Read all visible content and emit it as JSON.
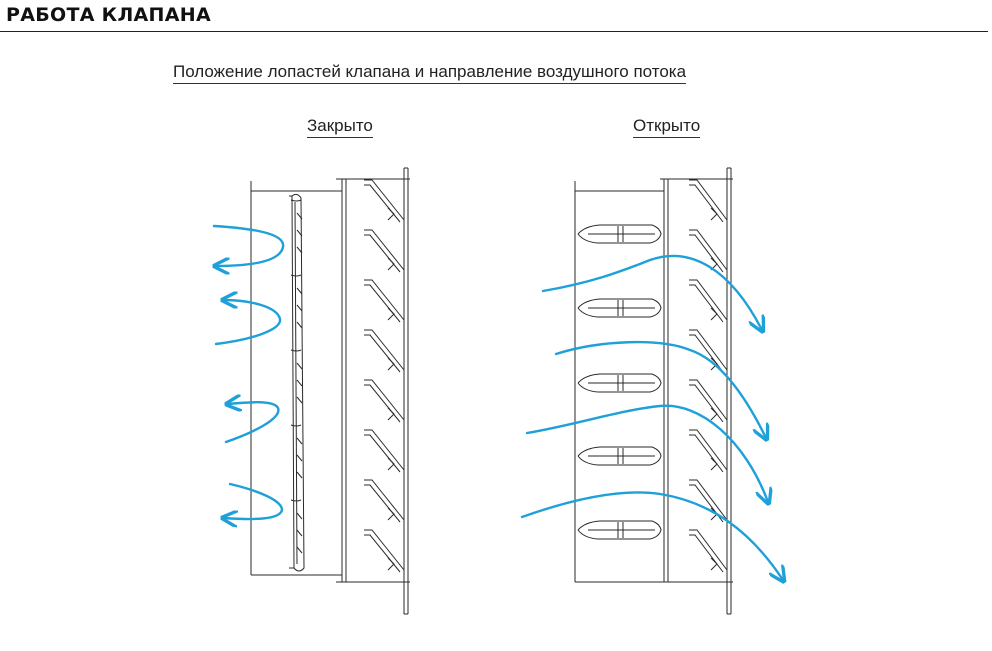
{
  "header": {
    "title": "РАБОТА КЛАПАНА"
  },
  "diagram": {
    "caption": "Положение лопастей клапана и направление воздушного потока",
    "closed_label": "Закрыто",
    "open_label": "Открыто",
    "colors": {
      "flow": "#1ea0d8",
      "lines": "#2a2a2a",
      "background": "#ffffff"
    }
  }
}
